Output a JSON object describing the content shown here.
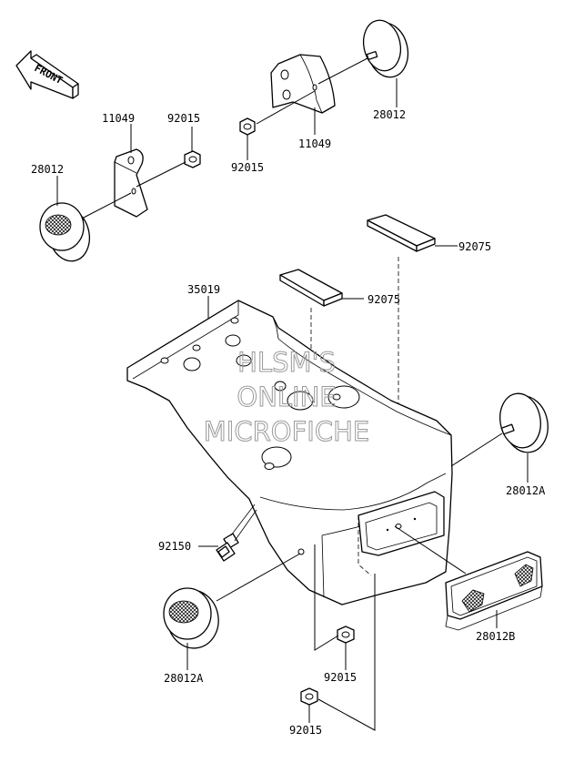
{
  "watermark": {
    "line1": "HLSM'S",
    "line2": "ONLINE",
    "line3": "MICROFICHE"
  },
  "front_label": "FRONT",
  "labels": {
    "p11049_left": "11049",
    "p92015_left_top": "92015",
    "p28012_left": "28012",
    "p11049_right": "11049",
    "p92015_right_top": "92015",
    "p28012_right": "28012",
    "p92075_top": "92075",
    "p35019": "35019",
    "p92075_mid": "92075",
    "p28012A_right": "28012A",
    "p92150": "92150",
    "p28012B": "28012B",
    "p28012A_left": "28012A",
    "p92015_bottom_mid": "92015",
    "p92015_bottom": "92015"
  },
  "colors": {
    "line": "#000000",
    "watermark": "#9a9a9a",
    "background": "#ffffff"
  }
}
